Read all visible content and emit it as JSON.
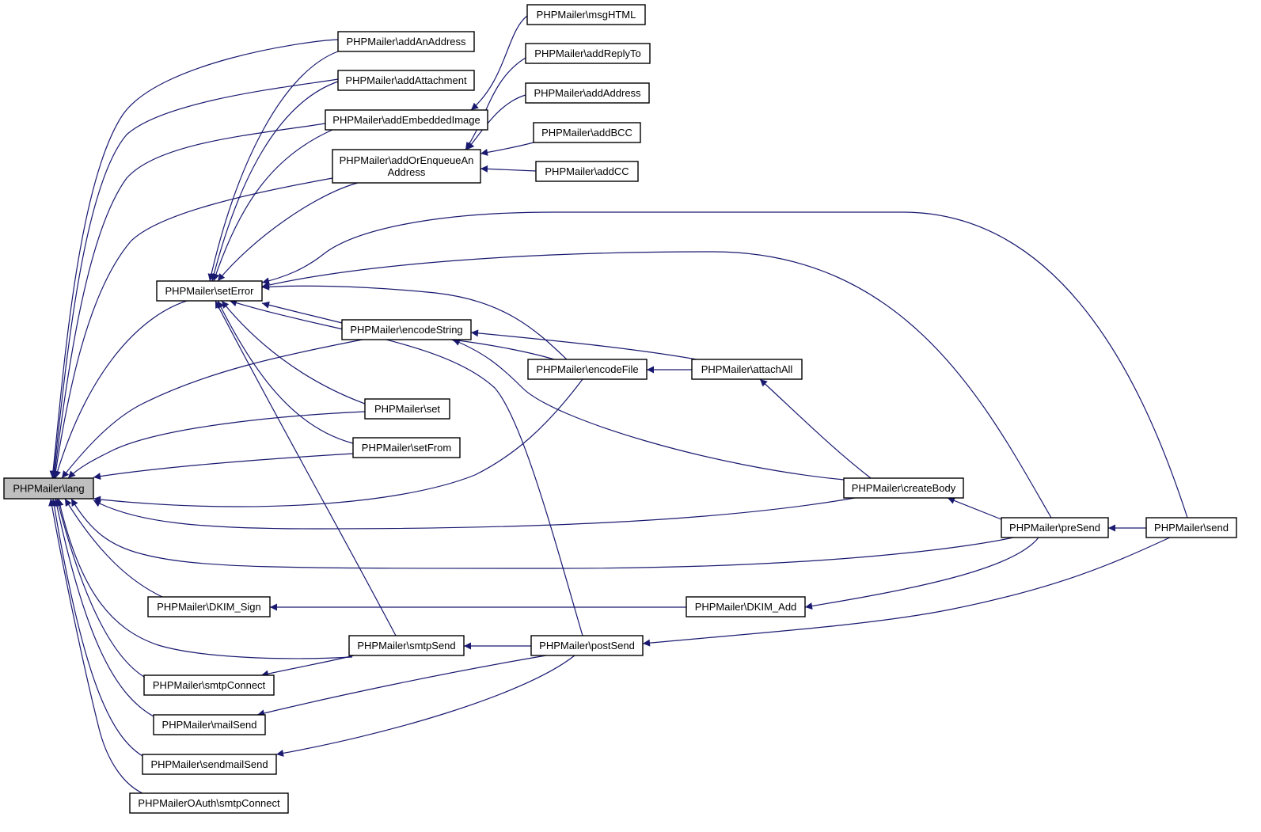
{
  "graph": {
    "edge_color": "#191970",
    "root_fill": "#bfbfbf",
    "nodes": [
      {
        "id": "lang",
        "label": "PHPMailer\\lang",
        "root": true
      },
      {
        "id": "addAnAddress",
        "label": "PHPMailer\\addAnAddress"
      },
      {
        "id": "addAttachment",
        "label": "PHPMailer\\addAttachment"
      },
      {
        "id": "addEmbeddedImage",
        "label": "PHPMailer\\addEmbeddedImage"
      },
      {
        "id": "addOrEnqueue",
        "label": [
          "PHPMailer\\addOrEnqueueAn",
          "Address"
        ]
      },
      {
        "id": "msgHTML",
        "label": "PHPMailer\\msgHTML"
      },
      {
        "id": "addReplyTo",
        "label": "PHPMailer\\addReplyTo"
      },
      {
        "id": "addAddress",
        "label": "PHPMailer\\addAddress"
      },
      {
        "id": "addBCC",
        "label": "PHPMailer\\addBCC"
      },
      {
        "id": "addCC",
        "label": "PHPMailer\\addCC"
      },
      {
        "id": "setError",
        "label": "PHPMailer\\setError"
      },
      {
        "id": "encodeString",
        "label": "PHPMailer\\encodeString"
      },
      {
        "id": "encodeFile",
        "label": "PHPMailer\\encodeFile"
      },
      {
        "id": "attachAll",
        "label": "PHPMailer\\attachAll"
      },
      {
        "id": "set",
        "label": "PHPMailer\\set"
      },
      {
        "id": "setFrom",
        "label": "PHPMailer\\setFrom"
      },
      {
        "id": "createBody",
        "label": "PHPMailer\\createBody"
      },
      {
        "id": "preSend",
        "label": "PHPMailer\\preSend"
      },
      {
        "id": "send",
        "label": "PHPMailer\\send"
      },
      {
        "id": "DKIM_Sign",
        "label": "PHPMailer\\DKIM_Sign"
      },
      {
        "id": "DKIM_Add",
        "label": "PHPMailer\\DKIM_Add"
      },
      {
        "id": "smtpSend",
        "label": "PHPMailer\\smtpSend"
      },
      {
        "id": "postSend",
        "label": "PHPMailer\\postSend"
      },
      {
        "id": "smtpConnect",
        "label": "PHPMailer\\smtpConnect"
      },
      {
        "id": "mailSend",
        "label": "PHPMailer\\mailSend"
      },
      {
        "id": "sendmailSend",
        "label": "PHPMailer\\sendmailSend"
      },
      {
        "id": "oauthSmtpConnect",
        "label": "PHPMailerOAuth\\smtpConnect"
      }
    ],
    "edges": [
      {
        "from": "addAnAddress",
        "to": "lang"
      },
      {
        "from": "addAttachment",
        "to": "lang"
      },
      {
        "from": "addEmbeddedImage",
        "to": "lang"
      },
      {
        "from": "addOrEnqueue",
        "to": "lang"
      },
      {
        "from": "setError",
        "to": "lang"
      },
      {
        "from": "encodeString",
        "to": "lang"
      },
      {
        "from": "set",
        "to": "lang"
      },
      {
        "from": "setFrom",
        "to": "lang"
      },
      {
        "from": "encodeFile",
        "to": "lang"
      },
      {
        "from": "createBody",
        "to": "lang"
      },
      {
        "from": "preSend",
        "to": "lang"
      },
      {
        "from": "DKIM_Sign",
        "to": "lang"
      },
      {
        "from": "smtpSend",
        "to": "lang"
      },
      {
        "from": "smtpConnect",
        "to": "lang"
      },
      {
        "from": "mailSend",
        "to": "lang"
      },
      {
        "from": "sendmailSend",
        "to": "lang"
      },
      {
        "from": "oauthSmtpConnect",
        "to": "lang"
      },
      {
        "from": "addAnAddress",
        "to": "setError"
      },
      {
        "from": "addAttachment",
        "to": "setError"
      },
      {
        "from": "addEmbeddedImage",
        "to": "setError"
      },
      {
        "from": "addOrEnqueue",
        "to": "setError"
      },
      {
        "from": "send",
        "to": "setError"
      },
      {
        "from": "preSend",
        "to": "setError"
      },
      {
        "from": "encodeFile",
        "to": "setError"
      },
      {
        "from": "encodeString",
        "to": "setError"
      },
      {
        "from": "set",
        "to": "setError"
      },
      {
        "from": "setFrom",
        "to": "setError"
      },
      {
        "from": "postSend",
        "to": "setError"
      },
      {
        "from": "smtpSend",
        "to": "setError"
      },
      {
        "from": "msgHTML",
        "to": "addEmbeddedImage"
      },
      {
        "from": "addReplyTo",
        "to": "addOrEnqueue"
      },
      {
        "from": "addAddress",
        "to": "addOrEnqueue"
      },
      {
        "from": "addBCC",
        "to": "addOrEnqueue"
      },
      {
        "from": "addCC",
        "to": "addOrEnqueue"
      },
      {
        "from": "encodeFile",
        "to": "encodeString"
      },
      {
        "from": "attachAll",
        "to": "encodeString"
      },
      {
        "from": "createBody",
        "to": "encodeString"
      },
      {
        "from": "attachAll",
        "to": "encodeFile"
      },
      {
        "from": "createBody",
        "to": "attachAll"
      },
      {
        "from": "preSend",
        "to": "createBody"
      },
      {
        "from": "send",
        "to": "preSend"
      },
      {
        "from": "DKIM_Add",
        "to": "DKIM_Sign"
      },
      {
        "from": "preSend",
        "to": "DKIM_Add"
      },
      {
        "from": "postSend",
        "to": "smtpSend"
      },
      {
        "from": "send",
        "to": "postSend"
      },
      {
        "from": "smtpSend",
        "to": "smtpConnect"
      },
      {
        "from": "postSend",
        "to": "mailSend"
      },
      {
        "from": "postSend",
        "to": "sendmailSend"
      }
    ]
  }
}
